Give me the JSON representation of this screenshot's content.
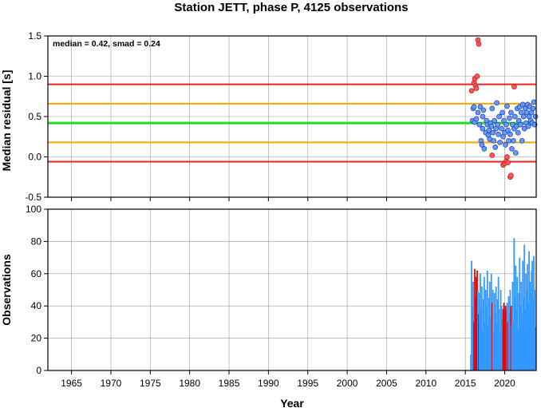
{
  "title": "Station JETT, phase P, 4125 observations",
  "annotation": "median = 0.42, smad = 0.24",
  "xlabel": "Year",
  "colors": {
    "median_line": "#22dd22",
    "smad_lines": "#ffa500",
    "limit_lines": "#ee2222",
    "inlier_points": "#6699ff",
    "outlier_points": "#ff5555",
    "obs_bars": "#3399ff",
    "obs_bars_flagged": "#ee0000",
    "grid": "#999999"
  },
  "chart_data": [
    {
      "type": "scatter",
      "ylabel": "Median residual [s]",
      "xlim": [
        1962,
        2024
      ],
      "ylim": [
        -0.5,
        1.5
      ],
      "x_ticks": [
        "1965",
        "1970",
        "1975",
        "1980",
        "1985",
        "1990",
        "1995",
        "2000",
        "2005",
        "2010",
        "2015",
        "2020"
      ],
      "y_ticks": [
        "-0.5",
        "0.0",
        "0.5",
        "1.0",
        "1.5"
      ],
      "grid": true,
      "reference_lines": {
        "median": 0.42,
        "smad_lower": 0.18,
        "smad_upper": 0.66,
        "limit_lower": -0.06,
        "limit_upper": 0.9
      },
      "series": [
        {
          "points": [
            [
              2015.9,
              0.45
            ],
            [
              2016.0,
              0.6
            ],
            [
              2016.1,
              0.62
            ],
            [
              2016.2,
              0.43
            ],
            [
              2016.4,
              0.47
            ],
            [
              2016.6,
              0.55
            ],
            [
              2016.8,
              0.4
            ],
            [
              2016.9,
              0.62
            ],
            [
              2017.0,
              0.2
            ],
            [
              2017.1,
              0.15
            ],
            [
              2017.2,
              0.35
            ],
            [
              2017.2,
              0.5
            ],
            [
              2017.3,
              0.58
            ],
            [
              2017.4,
              0.1
            ],
            [
              2017.6,
              0.3
            ],
            [
              2017.7,
              0.45
            ],
            [
              2017.8,
              0.4
            ],
            [
              2017.9,
              0.27
            ],
            [
              2018.0,
              0.33
            ],
            [
              2018.1,
              0.22
            ],
            [
              2018.2,
              0.42
            ],
            [
              2018.3,
              0.38
            ],
            [
              2018.4,
              0.6
            ],
            [
              2018.5,
              0.3
            ],
            [
              2018.6,
              0.2
            ],
            [
              2018.7,
              0.45
            ],
            [
              2018.8,
              0.12
            ],
            [
              2018.9,
              0.35
            ],
            [
              2019.0,
              0.67
            ],
            [
              2019.1,
              0.4
            ],
            [
              2019.2,
              0.28
            ],
            [
              2019.3,
              0.5
            ],
            [
              2019.4,
              0.18
            ],
            [
              2019.6,
              0.35
            ],
            [
              2019.7,
              0.55
            ],
            [
              2019.8,
              0.25
            ],
            [
              2019.9,
              0.45
            ],
            [
              2020.0,
              0.3
            ],
            [
              2020.1,
              0.15
            ],
            [
              2020.2,
              0.4
            ],
            [
              2020.3,
              0.63
            ],
            [
              2020.4,
              0.33
            ],
            [
              2020.5,
              0.2
            ],
            [
              2020.6,
              0.48
            ],
            [
              2020.7,
              0.28
            ],
            [
              2020.8,
              0.55
            ],
            [
              2020.9,
              0.1
            ],
            [
              2021.0,
              0.4
            ],
            [
              2021.1,
              0.2
            ],
            [
              2021.2,
              0.35
            ],
            [
              2021.3,
              0.5
            ],
            [
              2021.4,
              0.05
            ],
            [
              2021.5,
              0.38
            ],
            [
              2021.6,
              0.6
            ],
            [
              2021.7,
              0.3
            ],
            [
              2021.8,
              0.45
            ],
            [
              2021.9,
              0.62
            ],
            [
              2022.0,
              0.4
            ],
            [
              2022.1,
              0.55
            ],
            [
              2022.2,
              0.2
            ],
            [
              2022.3,
              0.65
            ],
            [
              2022.4,
              0.5
            ],
            [
              2022.5,
              0.35
            ],
            [
              2022.6,
              0.6
            ],
            [
              2022.7,
              0.42
            ],
            [
              2022.8,
              0.55
            ],
            [
              2022.9,
              0.65
            ],
            [
              2023.0,
              0.38
            ],
            [
              2023.1,
              0.5
            ],
            [
              2023.2,
              0.62
            ],
            [
              2023.3,
              0.45
            ],
            [
              2023.4,
              0.55
            ],
            [
              2023.5,
              0.42
            ],
            [
              2023.6,
              0.6
            ],
            [
              2023.7,
              0.68
            ],
            [
              2023.8,
              0.4
            ],
            [
              2023.9,
              0.5
            ]
          ]
        },
        {
          "points": [
            [
              2015.8,
              0.82
            ],
            [
              2016.1,
              0.92
            ],
            [
              2016.2,
              0.97
            ],
            [
              2016.3,
              0.88
            ],
            [
              2016.4,
              0.85
            ],
            [
              2016.5,
              1.0
            ],
            [
              2016.6,
              1.45
            ],
            [
              2016.7,
              1.4
            ],
            [
              2018.4,
              0.02
            ],
            [
              2019.8,
              -0.1
            ],
            [
              2020.0,
              -0.08
            ],
            [
              2020.2,
              -0.05
            ],
            [
              2020.3,
              0.0
            ],
            [
              2020.4,
              -0.07
            ],
            [
              2020.7,
              -0.25
            ],
            [
              2020.8,
              -0.23
            ],
            [
              2021.2,
              0.87
            ]
          ]
        }
      ]
    },
    {
      "type": "bar",
      "ylabel": "Observations",
      "xlim": [
        1962,
        2024
      ],
      "ylim": [
        0,
        100
      ],
      "x_ticks": [
        "1965",
        "1970",
        "1975",
        "1980",
        "1985",
        "1990",
        "1995",
        "2000",
        "2005",
        "2010",
        "2015",
        "2020"
      ],
      "y_ticks": [
        "0",
        "20",
        "40",
        "60",
        "80",
        "100"
      ],
      "grid": true,
      "bars": [
        [
          2015.7,
          10,
          0
        ],
        [
          2015.8,
          68,
          0
        ],
        [
          2015.9,
          40,
          0
        ],
        [
          2016.0,
          55,
          0
        ],
        [
          2016.1,
          30,
          1
        ],
        [
          2016.2,
          63,
          1
        ],
        [
          2016.3,
          45,
          1
        ],
        [
          2016.4,
          58,
          1
        ],
        [
          2016.5,
          62,
          1
        ],
        [
          2016.6,
          50,
          0
        ],
        [
          2016.7,
          35,
          1
        ],
        [
          2016.8,
          48,
          0
        ],
        [
          2016.9,
          60,
          0
        ],
        [
          2017.0,
          38,
          0
        ],
        [
          2017.1,
          52,
          0
        ],
        [
          2017.2,
          25,
          0
        ],
        [
          2017.3,
          44,
          0
        ],
        [
          2017.4,
          58,
          0
        ],
        [
          2017.5,
          30,
          0
        ],
        [
          2017.6,
          50,
          0
        ],
        [
          2017.7,
          40,
          0
        ],
        [
          2017.8,
          62,
          0
        ],
        [
          2017.9,
          28,
          0
        ],
        [
          2018.0,
          45,
          0
        ],
        [
          2018.1,
          55,
          0
        ],
        [
          2018.2,
          33,
          0
        ],
        [
          2018.3,
          60,
          0
        ],
        [
          2018.4,
          42,
          1
        ],
        [
          2018.5,
          50,
          0
        ],
        [
          2018.6,
          24,
          0
        ],
        [
          2018.7,
          48,
          0
        ],
        [
          2018.8,
          36,
          0
        ],
        [
          2018.9,
          52,
          0
        ],
        [
          2019.0,
          30,
          0
        ],
        [
          2019.1,
          44,
          0
        ],
        [
          2019.2,
          58,
          0
        ],
        [
          2019.3,
          38,
          0
        ],
        [
          2019.4,
          25,
          0
        ],
        [
          2019.5,
          50,
          0
        ],
        [
          2019.6,
          40,
          0
        ],
        [
          2019.7,
          32,
          0
        ],
        [
          2019.8,
          38,
          1
        ],
        [
          2019.9,
          42,
          1
        ],
        [
          2020.0,
          36,
          1
        ],
        [
          2020.1,
          40,
          1
        ],
        [
          2020.2,
          38,
          1
        ],
        [
          2020.3,
          42,
          0
        ],
        [
          2020.4,
          30,
          1
        ],
        [
          2020.5,
          46,
          0
        ],
        [
          2020.6,
          35,
          0
        ],
        [
          2020.7,
          50,
          0
        ],
        [
          2020.8,
          40,
          1
        ],
        [
          2020.9,
          28,
          0
        ],
        [
          2021.0,
          55,
          0
        ],
        [
          2021.1,
          30,
          0
        ],
        [
          2021.2,
          82,
          0
        ],
        [
          2021.3,
          45,
          0
        ],
        [
          2021.4,
          65,
          0
        ],
        [
          2021.5,
          38,
          0
        ],
        [
          2021.6,
          58,
          0
        ],
        [
          2021.7,
          25,
          0
        ],
        [
          2021.8,
          48,
          0
        ],
        [
          2021.9,
          70,
          0
        ],
        [
          2022.0,
          40,
          0
        ],
        [
          2022.1,
          55,
          0
        ],
        [
          2022.2,
          35,
          0
        ],
        [
          2022.3,
          68,
          0
        ],
        [
          2022.4,
          45,
          0
        ],
        [
          2022.5,
          78,
          0
        ],
        [
          2022.6,
          38,
          0
        ],
        [
          2022.7,
          60,
          0
        ],
        [
          2022.8,
          50,
          0
        ],
        [
          2022.9,
          66,
          0
        ],
        [
          2023.0,
          42,
          0
        ],
        [
          2023.1,
          74,
          0
        ],
        [
          2023.2,
          55,
          0
        ],
        [
          2023.3,
          48,
          0
        ],
        [
          2023.4,
          62,
          0
        ],
        [
          2023.5,
          68,
          0
        ],
        [
          2023.6,
          45,
          0
        ],
        [
          2023.7,
          71,
          0
        ],
        [
          2023.8,
          50,
          0
        ],
        [
          2023.9,
          27,
          0
        ]
      ]
    }
  ]
}
